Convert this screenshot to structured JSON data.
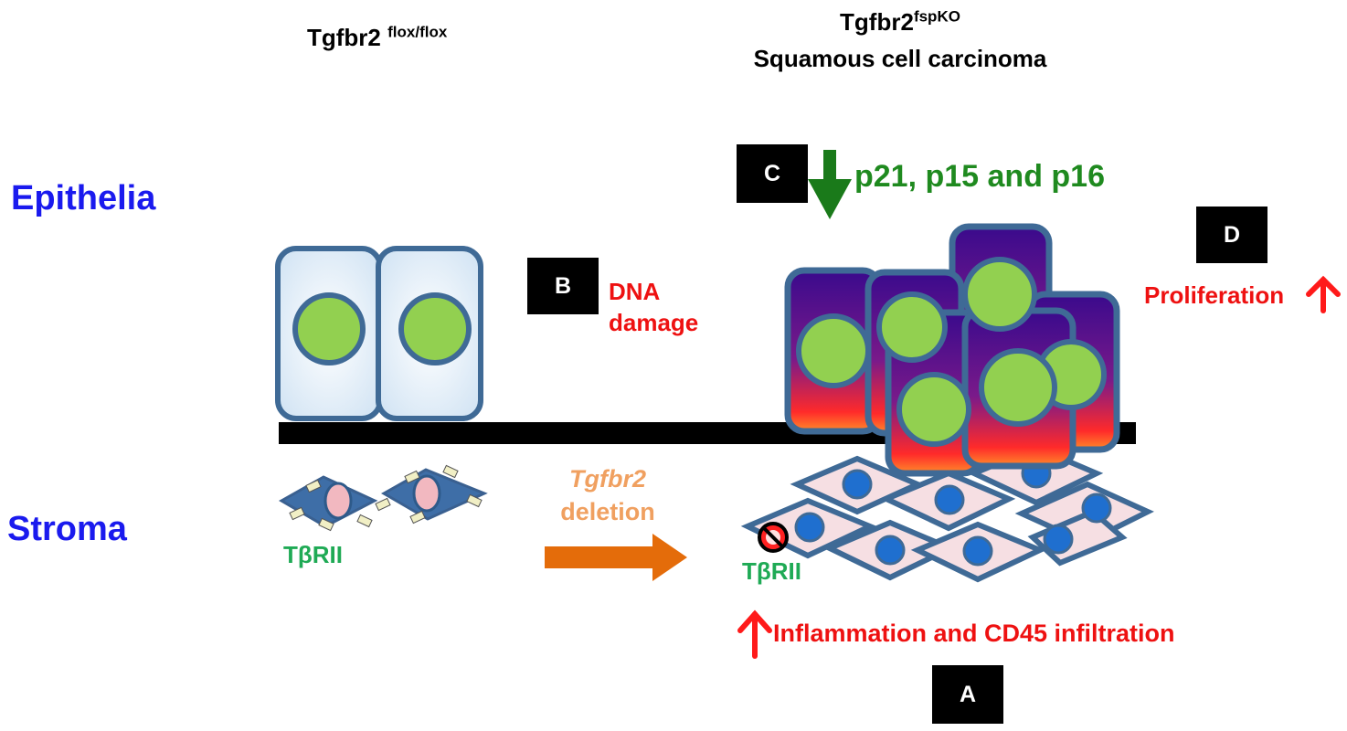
{
  "headers": {
    "control_base": "Tgfbr2",
    "control_sup": "flox/flox",
    "ko_base": "Tgfbr2",
    "ko_sup": "fspKO",
    "ko_subtitle": "Squamous cell carcinoma"
  },
  "regions": {
    "epithelia": "Epithelia",
    "stroma": "Stroma"
  },
  "labels": {
    "tag_a": "A",
    "tag_b": "B",
    "tag_c": "C",
    "tag_d": "D",
    "dna_line1": "DNA",
    "dna_line2": "damage",
    "p_markers": "p21, p15 and p16",
    "proliferation": "Proliferation",
    "inflammation": "Inflammation and CD45 infiltration",
    "deletion_gene": "Tgfbr2",
    "deletion_word": "deletion",
    "receptor_left": "TβRII",
    "receptor_right": "TβRII"
  },
  "colors": {
    "cell_border": "#3f6a96",
    "nucleus": "#92d050",
    "tumor_top": "#3a0a8c",
    "tumor_bottom": "#ff2a2a",
    "fibroblast_fill": "#f6dfe3",
    "fibroblast_nucleus": "#1f6fcf",
    "stromal_fill": "#3e6ea7",
    "arrow_orange": "#e46c0a",
    "arrow_red": "#ff1a1a",
    "arrow_green": "#1a7a1a"
  }
}
